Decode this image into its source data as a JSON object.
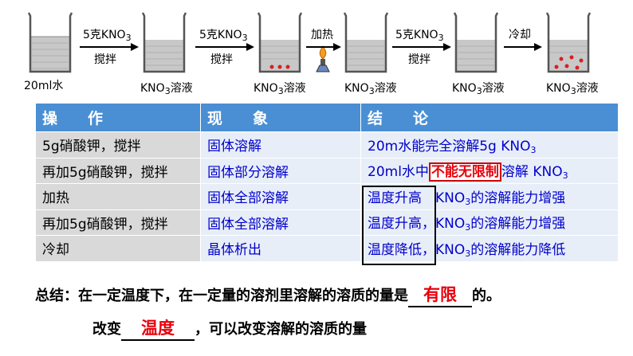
{
  "diagram": {
    "beaker_captions": [
      "20ml水",
      "KNO3溶液",
      "KNO3溶液",
      "KNO3溶液",
      "KNO3溶液",
      "KNO3溶液"
    ],
    "steps": [
      {
        "top": "5克KNO3",
        "bottom": "搅拌"
      },
      {
        "top": "5克KNO3",
        "bottom": "搅拌"
      },
      {
        "top": "加热",
        "bottom": ""
      },
      {
        "top": "5克KNO3",
        "bottom": "搅拌"
      },
      {
        "top": "冷却",
        "bottom": ""
      }
    ]
  },
  "table": {
    "headers": [
      "操　　作",
      "现　　象",
      "结　　论"
    ],
    "rows": [
      {
        "op": "5g硝酸钾，搅拌",
        "phen": "固体溶解",
        "concl": "20m水能完全溶解5g KNO3"
      },
      {
        "op": "再加5g硝酸钾，搅拌",
        "phen": "固体部分溶解",
        "concl_a": "20ml水中",
        "concl_b": "不能无限制",
        "concl_c": "溶解 KNO3"
      },
      {
        "op": "加热",
        "phen": "固体全部溶解",
        "concl_a": "温度升高",
        "concl_b": "，KNO3的溶解能力增强"
      },
      {
        "op": "再加5g硝酸钾，搅拌",
        "phen": "固体全部溶解",
        "concl_a": "温度升高",
        "concl_b": "，KNO3的溶解能力增强"
      },
      {
        "op": "冷却",
        "phen": "晶体析出",
        "concl_a": "温度降低",
        "concl_b": "，KNO3的溶解能力降低"
      }
    ]
  },
  "summary": {
    "line1_a": "总结：在一定温度下，在一定量的溶剂里溶解的溶质的量是",
    "line1_fill": "有限",
    "line1_b": "的。",
    "line2_a": "改变",
    "line2_fill": "温度",
    "line2_b": "，可以改变溶解的溶质的量"
  },
  "colors": {
    "header": "#4a8fd4",
    "accent": "#e8000b",
    "text_blue": "#0000cc"
  }
}
